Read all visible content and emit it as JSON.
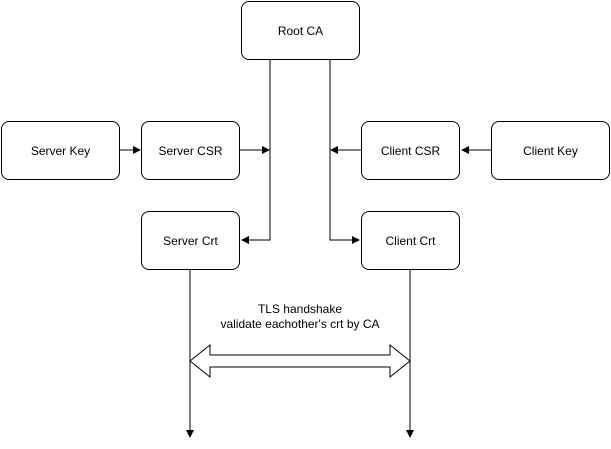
{
  "nodes": {
    "root_ca": "Root CA",
    "server_key": "Server Key",
    "server_csr": "Server CSR",
    "client_csr": "Client CSR",
    "client_key": "Client Key",
    "server_crt": "Server Crt",
    "client_crt": "Client Crt"
  },
  "handshake": {
    "line1": "TLS handshake",
    "line2": "validate eachother's crt by CA"
  },
  "colors": {
    "stroke": "#000000",
    "background": "#ffffff"
  }
}
